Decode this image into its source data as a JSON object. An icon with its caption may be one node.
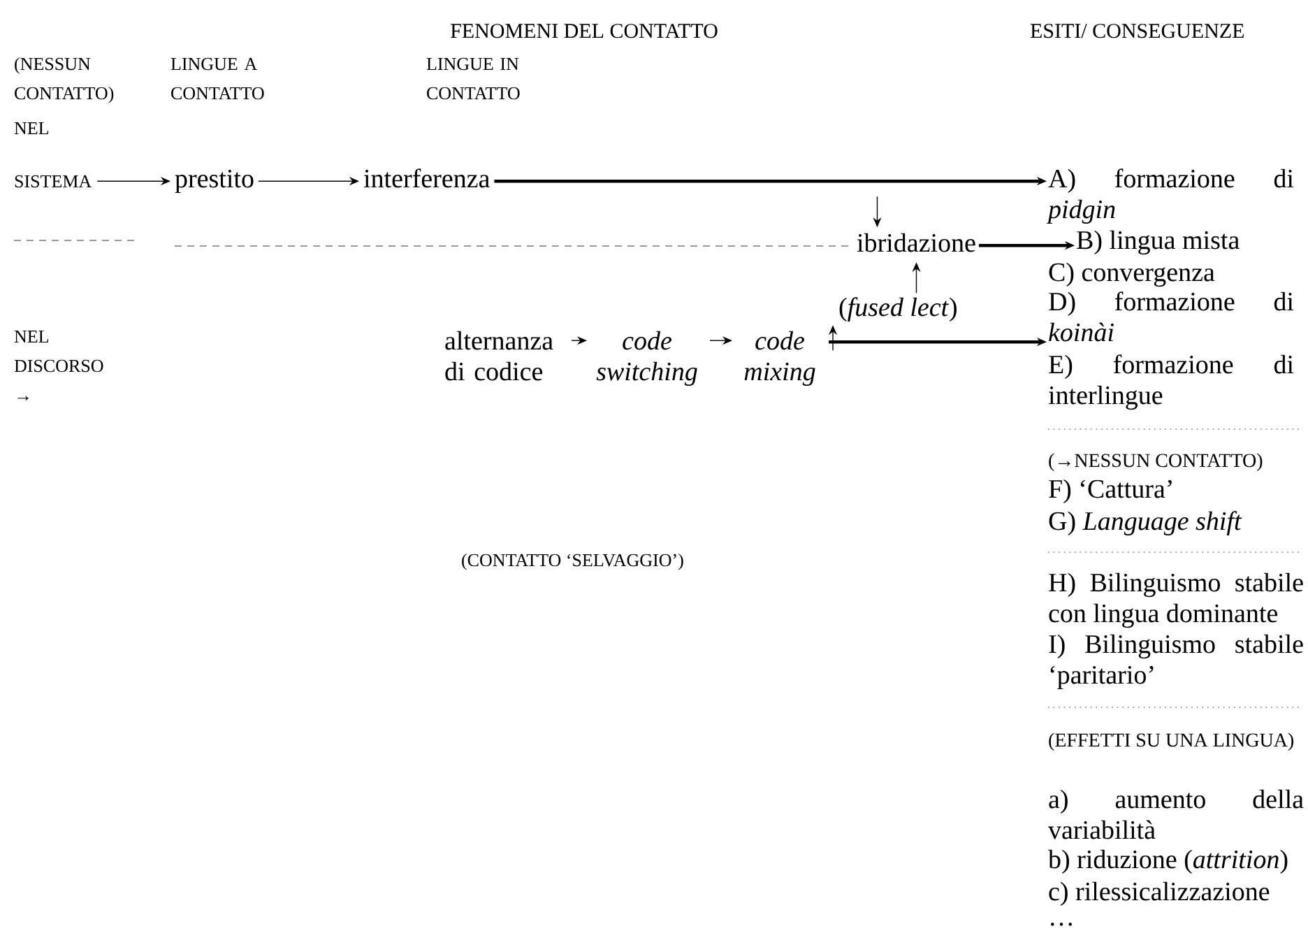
{
  "diagram": {
    "nodes": [
      {
        "text": [
          "NEL",
          "SISTEMA"
        ]
      },
      {
        "text": [
          "prestito"
        ]
      },
      {
        "text": [
          "interferenza"
        ]
      },
      {
        "text": [
          "ibridazione"
        ]
      },
      {
        "text": [
          "(*fused lect*)"
        ]
      },
      {
        "text": [
          "NEL DISCORSO →"
        ]
      },
      {
        "text": [
          "alternanza di codice"
        ]
      },
      {
        "text": [
          "code switching"
        ]
      },
      {
        "text": [
          "code mixing"
        ]
      },
      {
        "text": [
          "A) formazione di *pidgin*"
        ]
      },
      {
        "text": [
          "B) lingua mista"
        ]
      },
      {
        "text": [
          "C) convergenza"
        ]
      },
      {
        "text": [
          "D) formazione di *koinài*"
        ]
      },
      {
        "text": [
          "E) formazione di interlingue"
        ]
      }
    ],
    "edges": [
      {
        "from": 0,
        "to": 1,
        "arrow": "to"
      },
      {
        "from": 1,
        "to": 2,
        "arrow": "to"
      },
      {
        "from": 2,
        "to": 9,
        "arrow": "to",
        "style": "thick"
      },
      {
        "from": 3,
        "to": 10,
        "arrow": "to",
        "style": "thick"
      },
      {
        "from": 8,
        "to": 12,
        "arrow": "to",
        "style": "thick"
      },
      {
        "from": null,
        "to": 3,
        "arrow": "to"
      },
      {
        "from": 4,
        "to": 3,
        "arrow": "to"
      },
      {
        "from": 6,
        "to": 7,
        "arrow": "to"
      },
      {
        "from": 7,
        "to": 8,
        "arrow": "to"
      },
      {
        "from": 8,
        "to": 4,
        "arrow": "to"
      }
    ],
    "labels": [
      "FENOMENI DEL CONTATTO",
      "ESITI/ CONSEGUENZE",
      "(NESSUN CONTATTO)",
      "LINGUE A CONTATTO",
      "LINGUE IN CONTATTO",
      "(→NESSUN CONTATTO)",
      "F) ‘Cattura’",
      "G) *Language shift*",
      "(CONTATTO ‘SELVAGGIO’)",
      "H) Bilinguismo stabile con lingua dominante",
      "I) Bilinguismo stabile ‘paritario’",
      "(EFFETTI SU UNA LINGUA)",
      "a) aumento della variabilità",
      "b) riduzione (*attrition*)",
      "c) rilessicalizzazione",
      "…"
    ]
  }
}
